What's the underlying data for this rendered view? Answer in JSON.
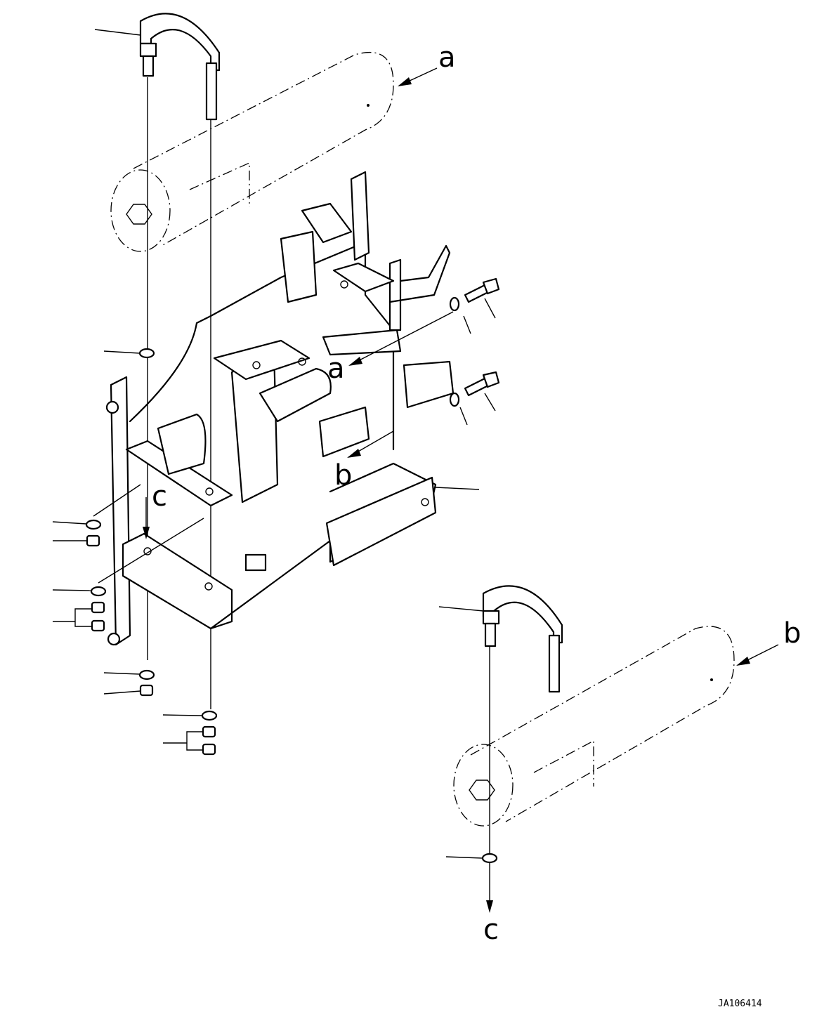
{
  "diagram": {
    "type": "exploded parts diagram",
    "subject": "Bracket assembly with two cylindrical canisters mounted by U-bands"
  },
  "labels": {
    "a_top": "a",
    "a_mid": "a",
    "b_mid": "b",
    "b_right": "b",
    "c_mid": "c",
    "c_bottom": "c"
  },
  "figure_code": "JA106414"
}
